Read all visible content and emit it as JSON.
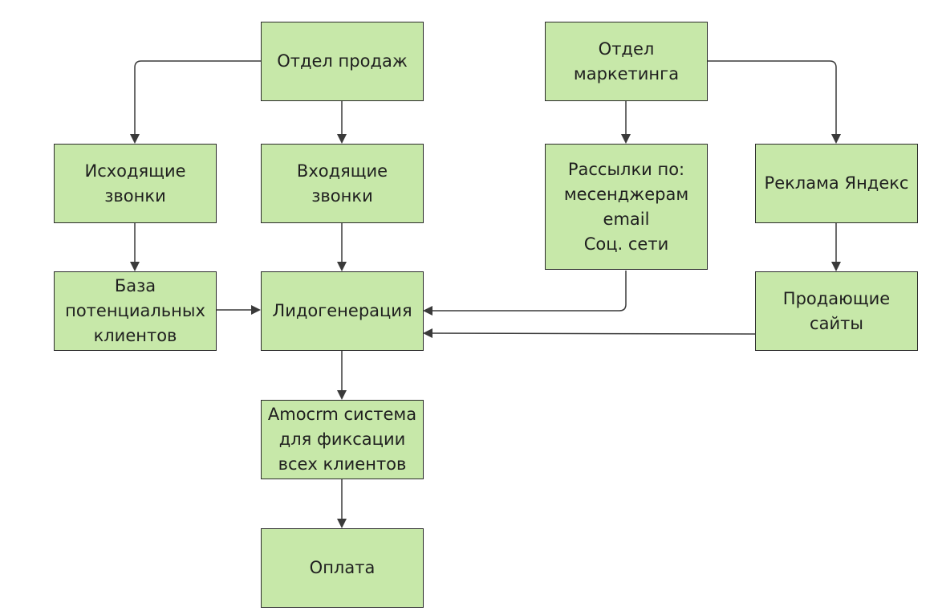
{
  "nodes": {
    "sales": {
      "lines": [
        "Отдел продаж"
      ]
    },
    "marketing": {
      "lines": [
        "Отдел",
        "маркетинга"
      ]
    },
    "outgoing": {
      "lines": [
        "Исходящие",
        "звонки"
      ]
    },
    "incoming": {
      "lines": [
        "Входящие",
        "звонки"
      ]
    },
    "mailings": {
      "lines": [
        "Рассылки по:",
        "месенджерам",
        "email",
        "Соц. сети"
      ]
    },
    "yandex": {
      "lines": [
        "Реклама Яндекс"
      ]
    },
    "base": {
      "lines": [
        "База",
        "потенциальных",
        "клиентов"
      ]
    },
    "leadgen": {
      "lines": [
        "Лидогенерация"
      ]
    },
    "sites": {
      "lines": [
        "Продающие",
        "сайты"
      ]
    },
    "crm": {
      "lines": [
        "Amocrm система",
        "для фиксации",
        "всех клиентов"
      ]
    },
    "payment": {
      "lines": [
        "Оплата"
      ]
    }
  },
  "edges": [
    {
      "from": "sales",
      "to": "outgoing"
    },
    {
      "from": "sales",
      "to": "incoming"
    },
    {
      "from": "marketing",
      "to": "mailings"
    },
    {
      "from": "marketing",
      "to": "yandex"
    },
    {
      "from": "outgoing",
      "to": "base"
    },
    {
      "from": "incoming",
      "to": "leadgen"
    },
    {
      "from": "base",
      "to": "leadgen"
    },
    {
      "from": "mailings",
      "to": "leadgen"
    },
    {
      "from": "yandex",
      "to": "sites"
    },
    {
      "from": "sites",
      "to": "leadgen"
    },
    {
      "from": "leadgen",
      "to": "crm"
    },
    {
      "from": "crm",
      "to": "payment"
    }
  ],
  "colors": {
    "node_fill": "#c7e8a9",
    "node_border": "#2b2b2b",
    "edge": "#3a3a3a",
    "text": "#1f1f1f"
  }
}
